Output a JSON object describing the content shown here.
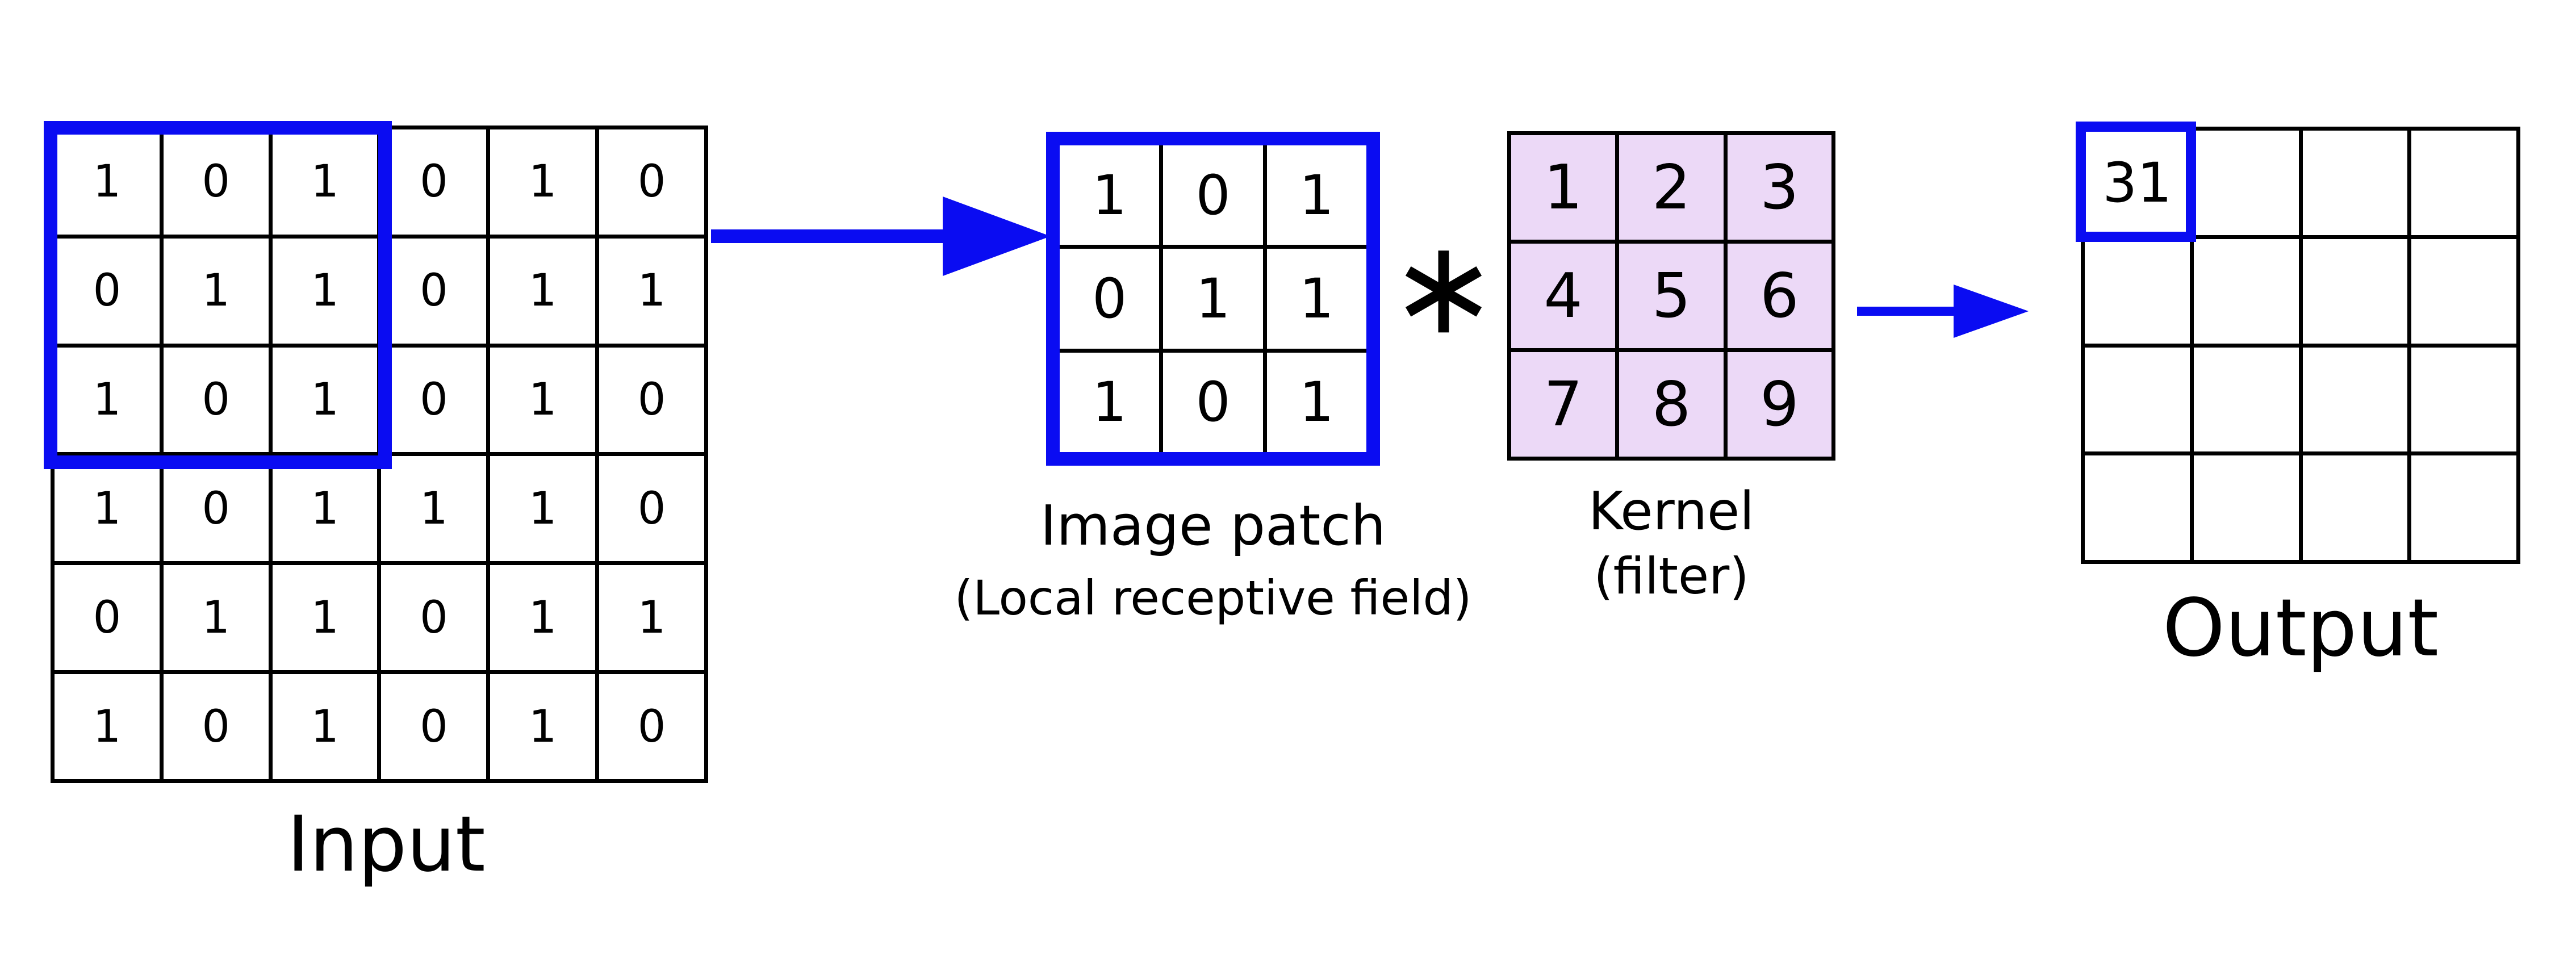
{
  "input": {
    "label": "Input",
    "grid": [
      [
        1,
        0,
        1,
        0,
        1,
        0
      ],
      [
        0,
        1,
        1,
        0,
        1,
        1
      ],
      [
        1,
        0,
        1,
        0,
        1,
        0
      ],
      [
        1,
        0,
        1,
        1,
        1,
        0
      ],
      [
        0,
        1,
        1,
        0,
        1,
        1
      ],
      [
        1,
        0,
        1,
        0,
        1,
        0
      ]
    ]
  },
  "patch": {
    "label": "Image patch",
    "sublabel": "(Local receptive field)",
    "grid": [
      [
        1,
        0,
        1
      ],
      [
        0,
        1,
        1
      ],
      [
        1,
        0,
        1
      ]
    ]
  },
  "operator": "∗",
  "kernel": {
    "label": "Kernel",
    "sublabel": "(filter)",
    "grid": [
      [
        1,
        2,
        3
      ],
      [
        4,
        5,
        6
      ],
      [
        7,
        8,
        9
      ]
    ]
  },
  "output": {
    "label": "Output",
    "highlight_value": "31",
    "grid": [
      [
        "31",
        "",
        "",
        ""
      ],
      [
        "",
        "",
        "",
        ""
      ],
      [
        "",
        "",
        "",
        ""
      ],
      [
        "",
        "",
        "",
        ""
      ]
    ]
  },
  "colors": {
    "highlight": "#0a0cf2",
    "kernel_fill": "#ecd9f7",
    "line": "#000000",
    "background": "#ffffff"
  }
}
